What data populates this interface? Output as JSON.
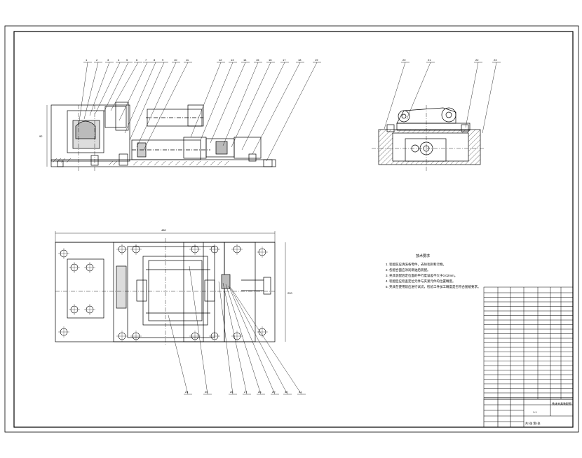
{
  "sheet": {
    "title": "assembly-drawing"
  },
  "front_view": {
    "balloons": [
      "1",
      "2",
      "3",
      "4",
      "5",
      "6",
      "7",
      "8",
      "9",
      "10",
      "11",
      "12",
      "13",
      "14",
      "15",
      "16",
      "17",
      "18",
      "19"
    ],
    "dimension_height": "92"
  },
  "side_view": {
    "balloons": [
      "20",
      "21",
      "22",
      "23"
    ]
  },
  "top_view": {
    "dimension_width": "480",
    "dimension_height": "220",
    "bottom_balloons": [
      "24",
      "25",
      "26",
      "27",
      "28",
      "29",
      "30",
      "31"
    ]
  },
  "technical_notes": {
    "title": "技术要求",
    "items": [
      "1. 装配前应清洗各零件，去除毛刺和污物。",
      "2. 各配合面应涂润滑油后装配。",
      "3. 夹具装配后定位面的平行度误差不大于0.02mm。",
      "4. 装配后应检查定位元件与夹紧元件的位置精度。",
      "5. 夹具在使用前应进行试切，检验工件加工精度是否符合图纸要求。"
    ]
  },
  "title_block": {
    "name": "铣床夹具装配图",
    "sheet_info": "共1张 第1张",
    "scale": "1:1"
  }
}
